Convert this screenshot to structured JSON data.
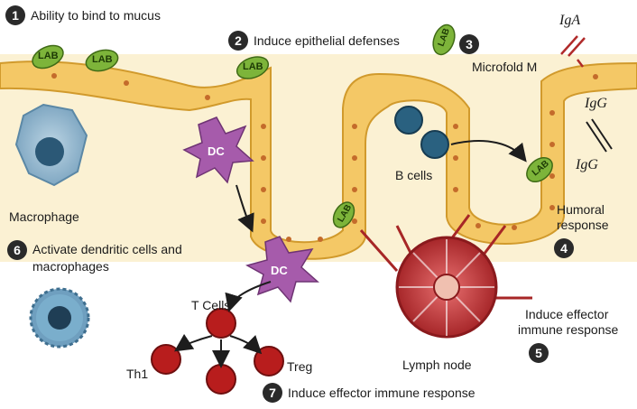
{
  "steps": [
    {
      "number": "1",
      "text": "Ability to bind to mucus"
    },
    {
      "number": "2",
      "text": "Induce epithelial defenses"
    },
    {
      "number": "3",
      "text": "Microfold M"
    },
    {
      "number": "4",
      "text": ""
    },
    {
      "number": "5",
      "text": "Induce effector immune response"
    },
    {
      "number": "6",
      "text": "Activate dendritic cells and macrophages"
    },
    {
      "number": "7",
      "text": "Induce effector immune response"
    }
  ],
  "labels": {
    "lab": "LAB",
    "dc": "DC",
    "macrophage": "Macrophage",
    "b_cells": "B cells",
    "iga": "IgA",
    "igg": "IgG",
    "humoral": "Humoral",
    "response": "response",
    "effector_line1": "Induce effector",
    "effector_line2": "immune response",
    "activate_line1": "Activate dendritic cells and",
    "activate_line2": "macrophages",
    "t_cells": "T Cells",
    "th1": "Th1",
    "treg": "Treg",
    "lymph_node": "Lymph node"
  },
  "colors": {
    "lumen": "#fdf6dc",
    "epithelium": "#f2c55e",
    "epithelium_edge": "#d49a2a",
    "nucleus": "#c8692a",
    "lab": "#7fb23a",
    "dc": "#a35aa8",
    "macrophage": "#8db3cc",
    "b_cell": "#2a5f7e",
    "t_cell": "#b41e1e",
    "lymph": "#b8292c"
  }
}
